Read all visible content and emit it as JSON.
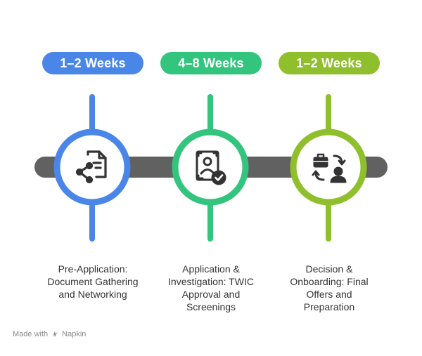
{
  "colors": {
    "track": "#616161",
    "blue": "#4a86e8",
    "green": "#33c47e",
    "olive": "#8fbf2c",
    "icon": "#333333"
  },
  "stages": [
    {
      "duration": "1–2 Weeks",
      "desc_lines": [
        "Pre-Application:",
        "Document Gathering",
        "and Networking"
      ],
      "icon": "document-share-icon"
    },
    {
      "duration": "4–8 Weeks",
      "desc_lines": [
        "Application &",
        "Investigation: TWIC",
        "Approval and",
        "Screenings"
      ],
      "icon": "id-verified-icon"
    },
    {
      "duration": "1–2 Weeks",
      "desc_lines": [
        "Decision &",
        "Onboarding: Final",
        "Offers and",
        "Preparation"
      ],
      "icon": "briefcase-exchange-icon"
    }
  ],
  "footer": {
    "made_with": "Made with",
    "brand": "Napkin"
  }
}
